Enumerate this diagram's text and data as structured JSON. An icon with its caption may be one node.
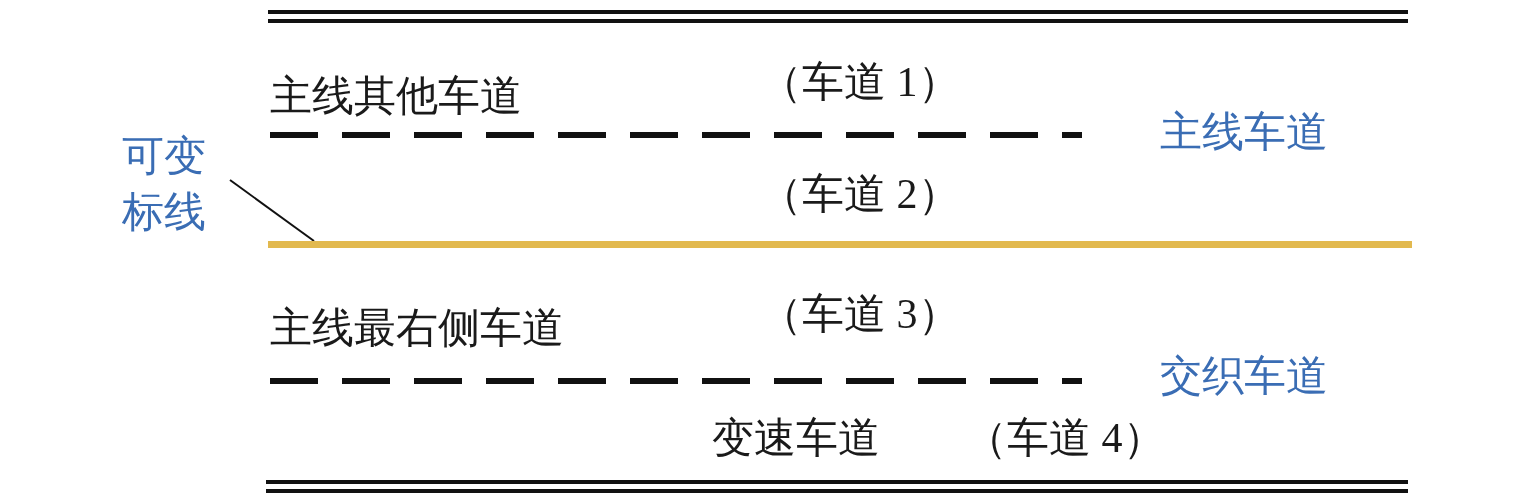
{
  "diagram": {
    "nodes": [
      {
        "text": [
          "可变标线"
        ]
      },
      {
        "text": [],
        "shape": "bar"
      }
    ],
    "edges": [
      {
        "from": 0,
        "to": 1,
        "arrow": "none"
      }
    ],
    "labels": [
      "主线其他车道",
      "（车道 1）",
      "主线车道",
      "（车道 2）",
      "主线最右侧车道",
      "（车道 3）",
      "交织车道",
      "变速车道",
      "（车道 4）"
    ]
  }
}
